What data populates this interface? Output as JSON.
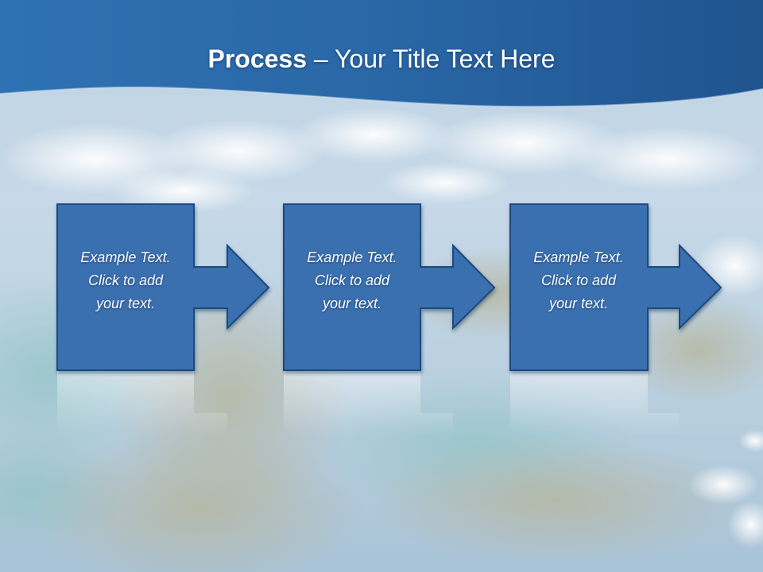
{
  "title": {
    "bold": "Process",
    "rest": " – Your Title Text Here"
  },
  "steps": [
    {
      "lines": [
        "Example Text.",
        "Click  to add",
        "your text."
      ]
    },
    {
      "lines": [
        "Example Text.",
        "Click  to add",
        "your text."
      ]
    },
    {
      "lines": [
        "Example Text.",
        "Click  to add",
        "your text."
      ]
    }
  ],
  "colors": {
    "header_blue": "#2b69a8",
    "box_blue": "#3a70b0",
    "box_border": "#1d4a7e",
    "sky_light": "#c9dbe9"
  }
}
